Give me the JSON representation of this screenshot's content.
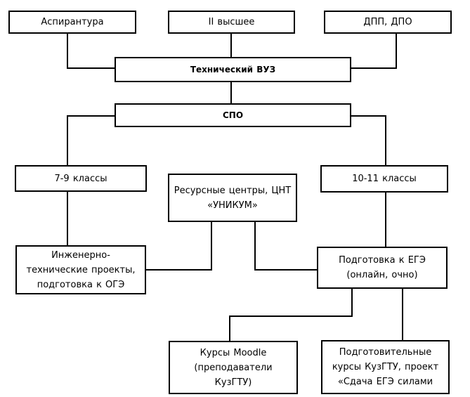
{
  "diagram": {
    "nodes": {
      "aspirantura": "Аспирантура",
      "second_higher": "II высшее",
      "dpp_dpo": "ДПП, ДПО",
      "tech_vuz": "Технический ВУЗ",
      "spo": "СПО",
      "grades_7_9": "7-9 классы",
      "resource_centers": "Ресурсные центры, ЦНТ\n«УНИКУМ»",
      "grades_10_11": "10-11 классы",
      "engineering_projects": "Инженерно-\nтехнические проекты,\nподготовка к ОГЭ",
      "ege_prep": "Подготовка к ЕГЭ\n(онлайн, очно)",
      "moodle_courses": "Курсы Moodle\n(преподаватели КузГТУ)",
      "prep_courses": "Подготовительные\nкурсы КузГТУ, проект\n«Сдача ЕГЭ силами"
    }
  }
}
